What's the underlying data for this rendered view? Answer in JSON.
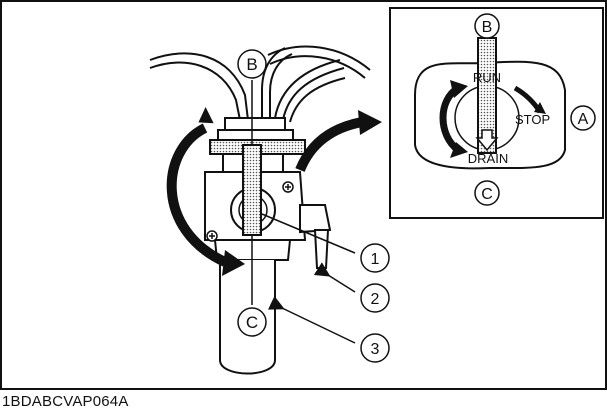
{
  "labels": {
    "lever_top": "B",
    "lever_bottom": "C",
    "inset_top": "B",
    "inset_bottom": "C",
    "inset_panel": "A",
    "callout_1": "1",
    "callout_2": "2",
    "callout_3": "3",
    "run": "RUN",
    "stop": "STOP",
    "drain": "DRAIN"
  },
  "caption": "1BDABCVAP064A"
}
